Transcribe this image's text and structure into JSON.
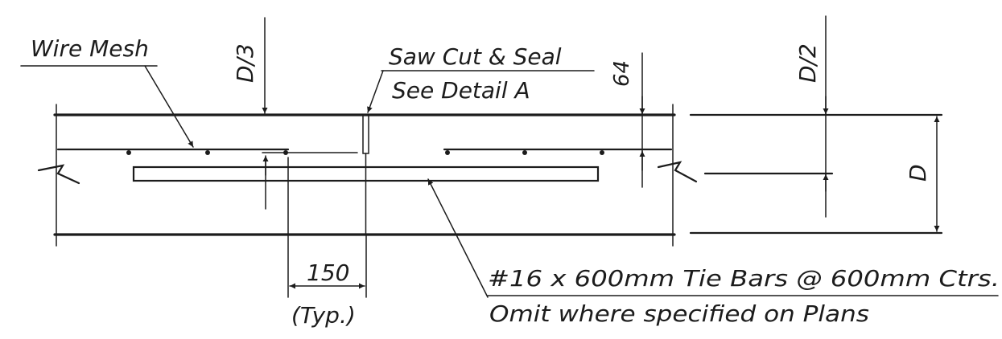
{
  "labels": {
    "wire_mesh": "Wire Mesh",
    "d_third": "D/3",
    "saw_cut": "Saw Cut & Seal",
    "see_detail": "See Detail A",
    "dim_64": "64",
    "d_half": "D/2",
    "d": "D",
    "dim_150": "150",
    "typ": "(Typ.)",
    "tie_bars": "#16 x 600mm Tie Bars @ 600mm Ctrs.",
    "omit": "Omit where specified on Plans"
  }
}
